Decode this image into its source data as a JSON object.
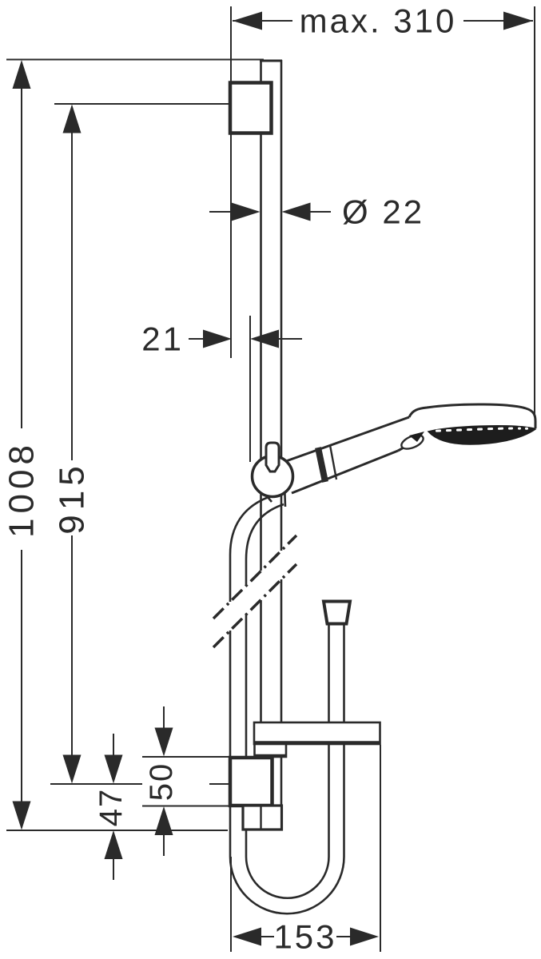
{
  "drawing": {
    "colors": {
      "line": "#2a2a2a",
      "fill_dark": "#1d1d1d",
      "background": "#ffffff"
    },
    "dimensions": {
      "max_width": "max. 310",
      "rail_diameter": "Ø 22",
      "wall_offset": "21",
      "total_height": "1008",
      "hole_distance": "915",
      "bracket_height": "50",
      "end_offset": "47",
      "hose_bow_width": "153"
    }
  }
}
